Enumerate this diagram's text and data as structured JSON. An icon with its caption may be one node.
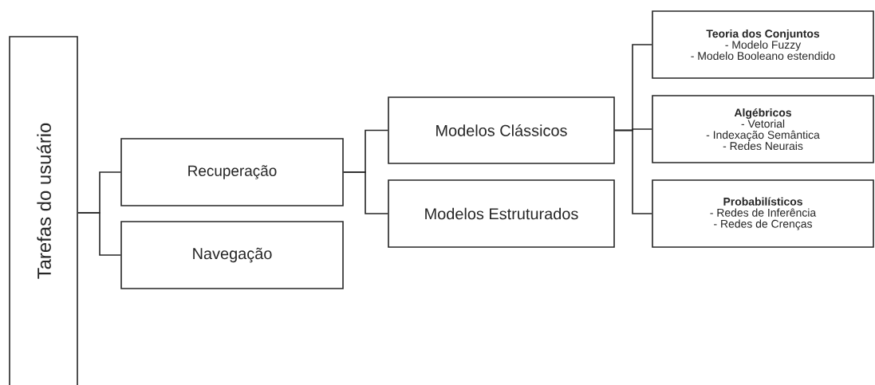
{
  "diagram": {
    "nodes": [
      {
        "text": [
          "Tarefas do usuário"
        ]
      },
      {
        "text": [
          "Recuperação"
        ]
      },
      {
        "text": [
          "Navegação"
        ]
      },
      {
        "text": [
          "Modelos Clássicos"
        ]
      },
      {
        "text": [
          "Modelos Estruturados"
        ]
      },
      {
        "text": [
          "Teoria dos Conjuntos",
          "- Modelo Fuzzy",
          "- Modelo Booleano estendido"
        ]
      },
      {
        "text": [
          "Algébricos",
          "- Vetorial",
          "- Indexação Semântica",
          "- Redes Neurais"
        ]
      },
      {
        "text": [
          "Probabilísticos",
          "- Redes de Inferência",
          "- Redes de Crenças"
        ]
      }
    ],
    "edges": [
      {
        "from": 0,
        "to": 1,
        "arrow": "none"
      },
      {
        "from": 0,
        "to": 2,
        "arrow": "none"
      },
      {
        "from": 1,
        "to": 3,
        "arrow": "none"
      },
      {
        "from": 1,
        "to": 4,
        "arrow": "none"
      },
      {
        "from": 3,
        "to": 5,
        "arrow": "none"
      },
      {
        "from": 3,
        "to": 6,
        "arrow": "none"
      },
      {
        "from": 3,
        "to": 7,
        "arrow": "none"
      }
    ]
  }
}
